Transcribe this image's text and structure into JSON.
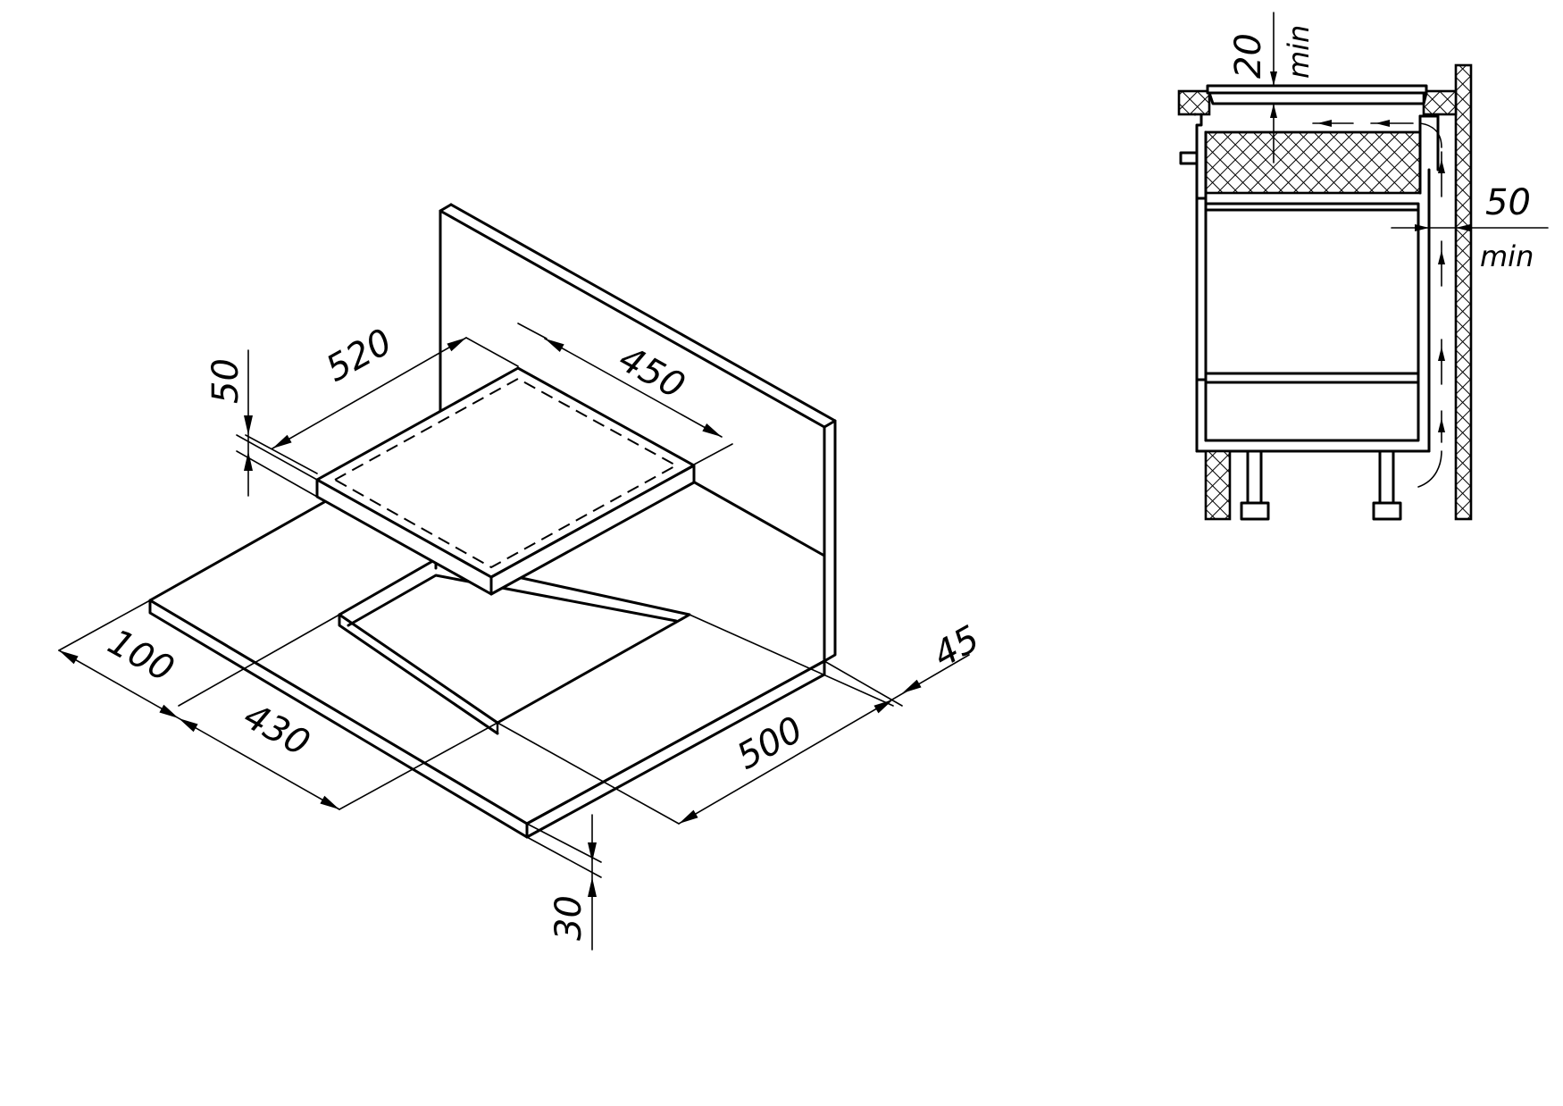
{
  "iso_view": {
    "dimensions": {
      "hob_width": "520",
      "hob_depth": "450",
      "hob_height": "50",
      "side_margin": "100",
      "cutout_width": "430",
      "cutout_depth": "500",
      "back_margin": "45",
      "worktop_thickness": "30"
    }
  },
  "section_view": {
    "dimensions": {
      "top_gap": "20",
      "top_gap_suffix": "min",
      "rear_gap": "50",
      "rear_gap_suffix": "min"
    }
  }
}
